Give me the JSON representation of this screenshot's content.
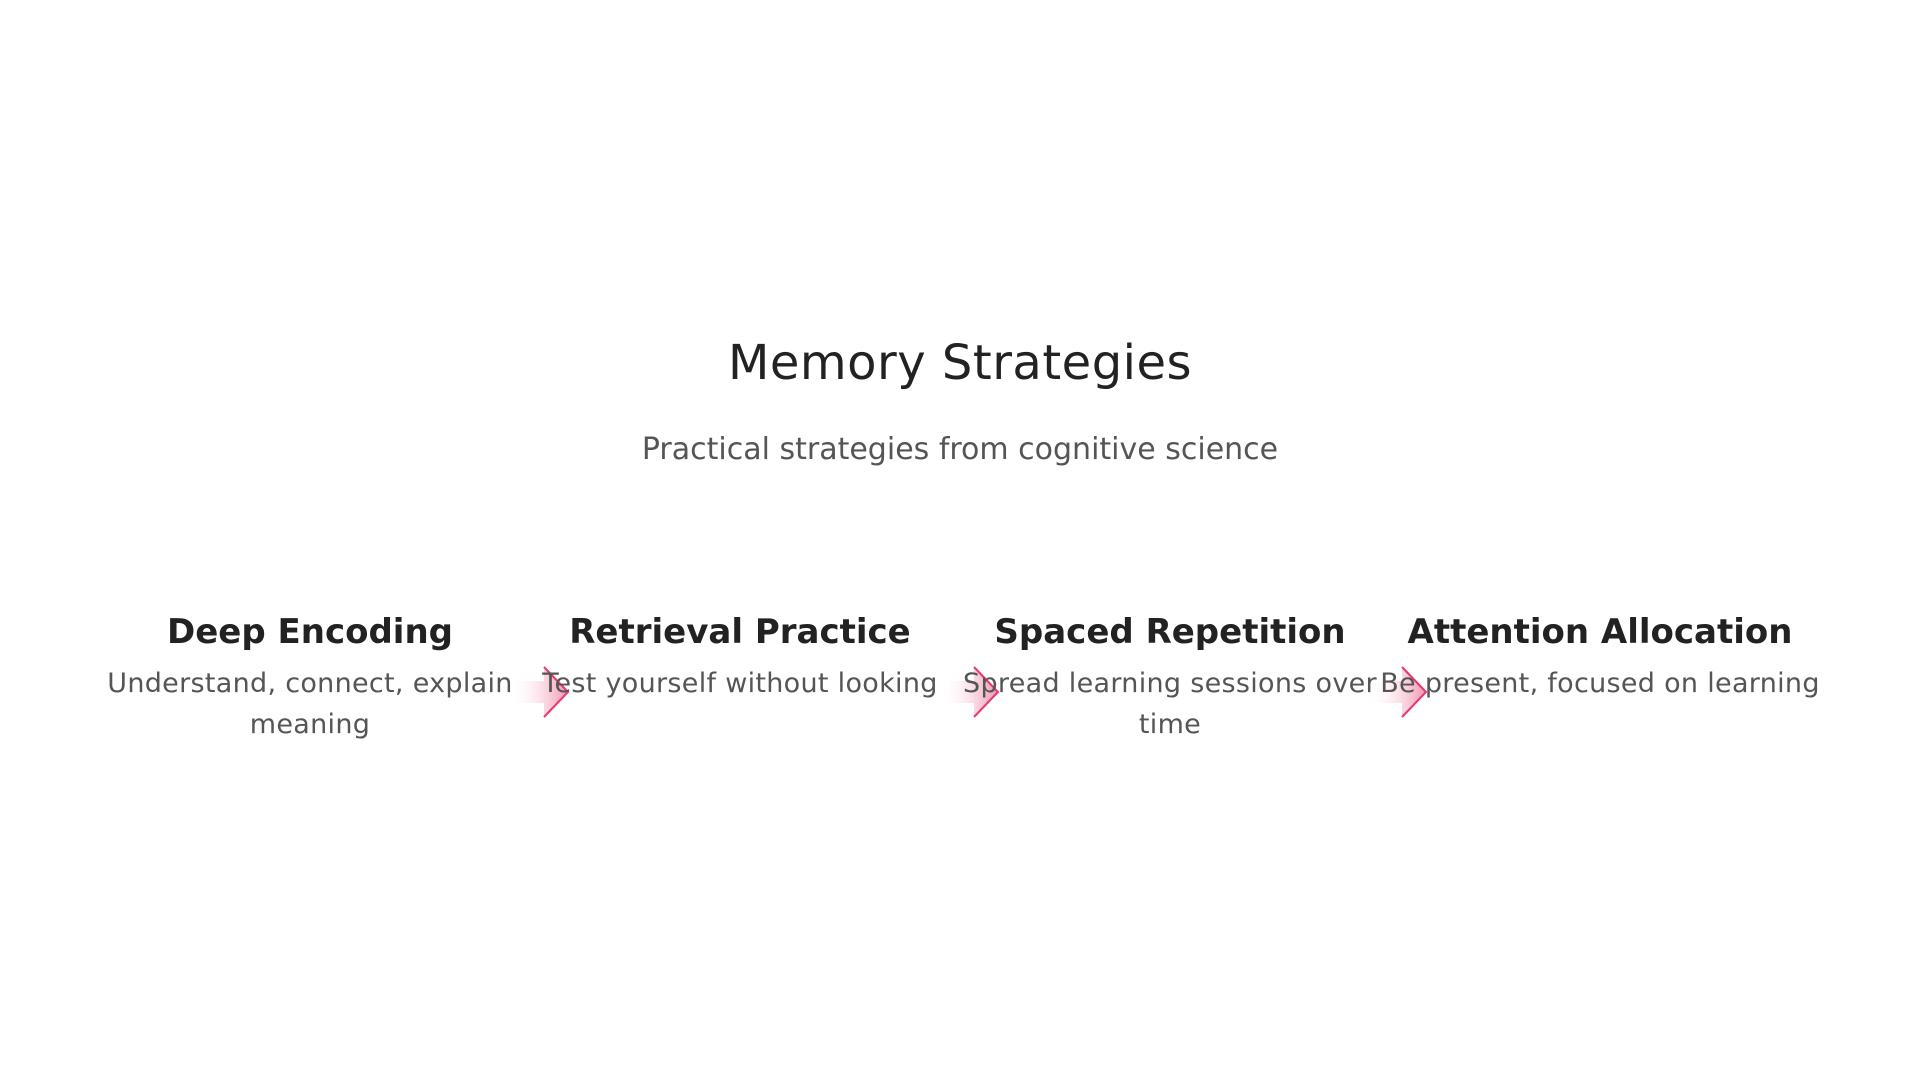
{
  "header": {
    "title": "Memory Strategies",
    "subtitle": "Practical strategies from cognitive science"
  },
  "steps": [
    {
      "title": "Deep Encoding",
      "description": "Understand, connect, explain meaning"
    },
    {
      "title": "Retrieval Practice",
      "description": "Test yourself without looking"
    },
    {
      "title": "Spaced Repetition",
      "description": "Spread learning sessions over time"
    },
    {
      "title": "Attention Allocation",
      "description": "Be present, focused on learning"
    }
  ],
  "connector": {
    "icon": "arrow-right-icon",
    "color": "#e8386d",
    "fade_color": "#ffffff"
  }
}
